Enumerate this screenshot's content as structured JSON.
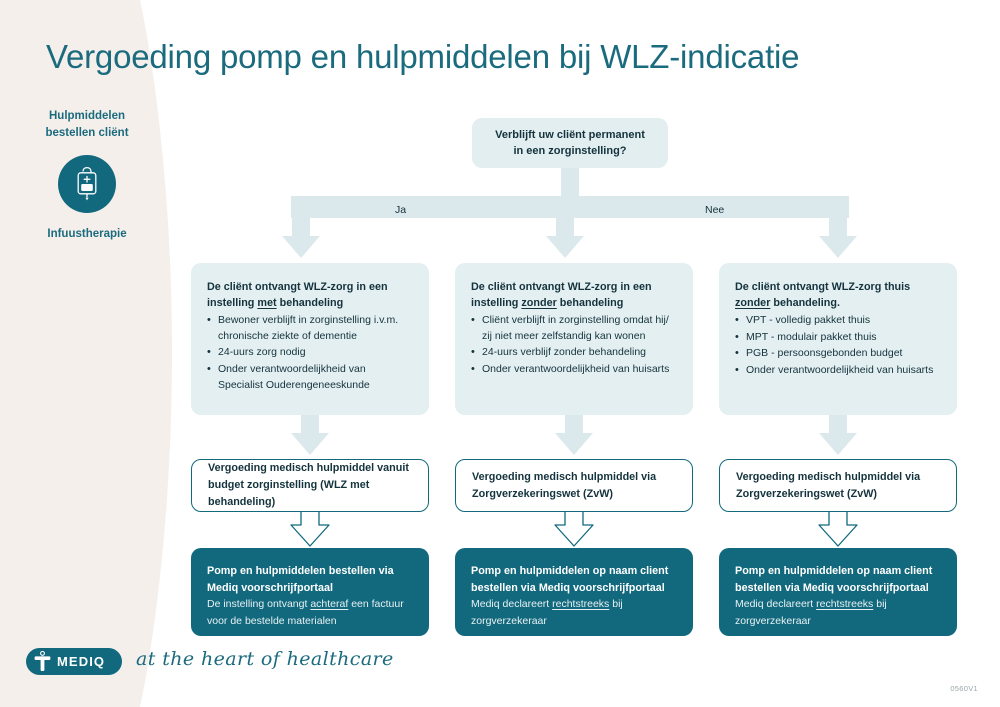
{
  "page": {
    "title": "Vergoeding pomp en hulpmiddelen bij WLZ-indicatie",
    "version_code": "0560V1",
    "colors": {
      "teal_dark": "#12697e",
      "teal_title": "#1b6b7e",
      "light_blue_box": "#e4eff1",
      "beige_panel": "#f5efec",
      "text_dark": "#14333d"
    }
  },
  "sidebar": {
    "title": "Hulpmiddelen\nbestellen cliënt",
    "title_line1": "Hulpmiddelen",
    "title_line2": "bestellen cliënt",
    "icon": "infusion-bag-icon",
    "caption": "Infuustherapie"
  },
  "flow": {
    "decision": {
      "line1": "Verblijft uw cliënt permanent",
      "line2": "in een zorginstelling?"
    },
    "branches": {
      "yes_label": "Ja",
      "no_label": "Nee"
    },
    "columns": [
      {
        "info": {
          "head_line1": "De cliënt ontvangt WLZ-zorg in een",
          "head_line2_pre": "instelling ",
          "head_line2_underline": "met",
          "head_line2_post": " behandeling",
          "bullets": [
            "Bewoner verblijft in zorginstelling i.v.m. chronische ziekte of dementie",
            "24-uurs zorg nodig",
            "Onder verantwoordelijkheid van Specialist Ouderengeneeskunde"
          ]
        },
        "middle": {
          "line1": "Vergoeding medisch hulpmiddel vanuit",
          "line2": "budget zorginstelling (WLZ met behandeling)"
        },
        "bottom": {
          "head_line1": "Pomp en hulpmiddelen bestellen via",
          "head_line2": "Mediq voorschrijfportaal",
          "body_pre": "De instelling ontvangt ",
          "body_underline": "achteraf",
          "body_post": " een factuur voor de bestelde materialen"
        }
      },
      {
        "info": {
          "head_line1": "De cliënt ontvangt WLZ-zorg in een",
          "head_line2_pre": "instelling ",
          "head_line2_underline": "zonder",
          "head_line2_post": " behandeling",
          "bullets": [
            "Cliënt verblijft in zorginstelling omdat hij/ zij niet meer zelfstandig kan wonen",
            "24-uurs verblijf zonder behandeling",
            "Onder verantwoordelijkheid van huisarts"
          ]
        },
        "middle": {
          "line1": "Vergoeding medisch hulpmiddel via",
          "line2": "Zorgverzekeringswet (ZvW)"
        },
        "bottom": {
          "head_line1": "Pomp en hulpmiddelen op naam client",
          "head_line2": "bestellen via Mediq voorschrijfportaal",
          "body_pre": "Mediq declareert ",
          "body_underline": "rechtstreeks",
          "body_post": " bij zorgverzekeraar"
        }
      },
      {
        "info": {
          "head_line1": "De cliënt ontvangt WLZ-zorg thuis",
          "head_line2_pre": "",
          "head_line2_underline": "zonder",
          "head_line2_post": " behandeling.",
          "bullets": [
            "VPT - volledig pakket thuis",
            "MPT - modulair pakket thuis",
            "PGB - persoonsgebonden budget",
            "Onder verantwoordelijkheid van huisarts"
          ]
        },
        "middle": {
          "line1": "Vergoeding medisch hulpmiddel via",
          "line2": "Zorgverzekeringswet (ZvW)"
        },
        "bottom": {
          "head_line1": "Pomp en hulpmiddelen op naam client",
          "head_line2": "bestellen via Mediq voorschrijfportaal",
          "body_pre": "Mediq declareert ",
          "body_underline": "rechtstreeks",
          "body_post": " bij zorgverzekeraar"
        }
      }
    ]
  },
  "footer": {
    "logo_wordmark": "MEDIQ",
    "logo_icon": "mediq-cross-icon",
    "tagline": "at the heart of healthcare"
  }
}
